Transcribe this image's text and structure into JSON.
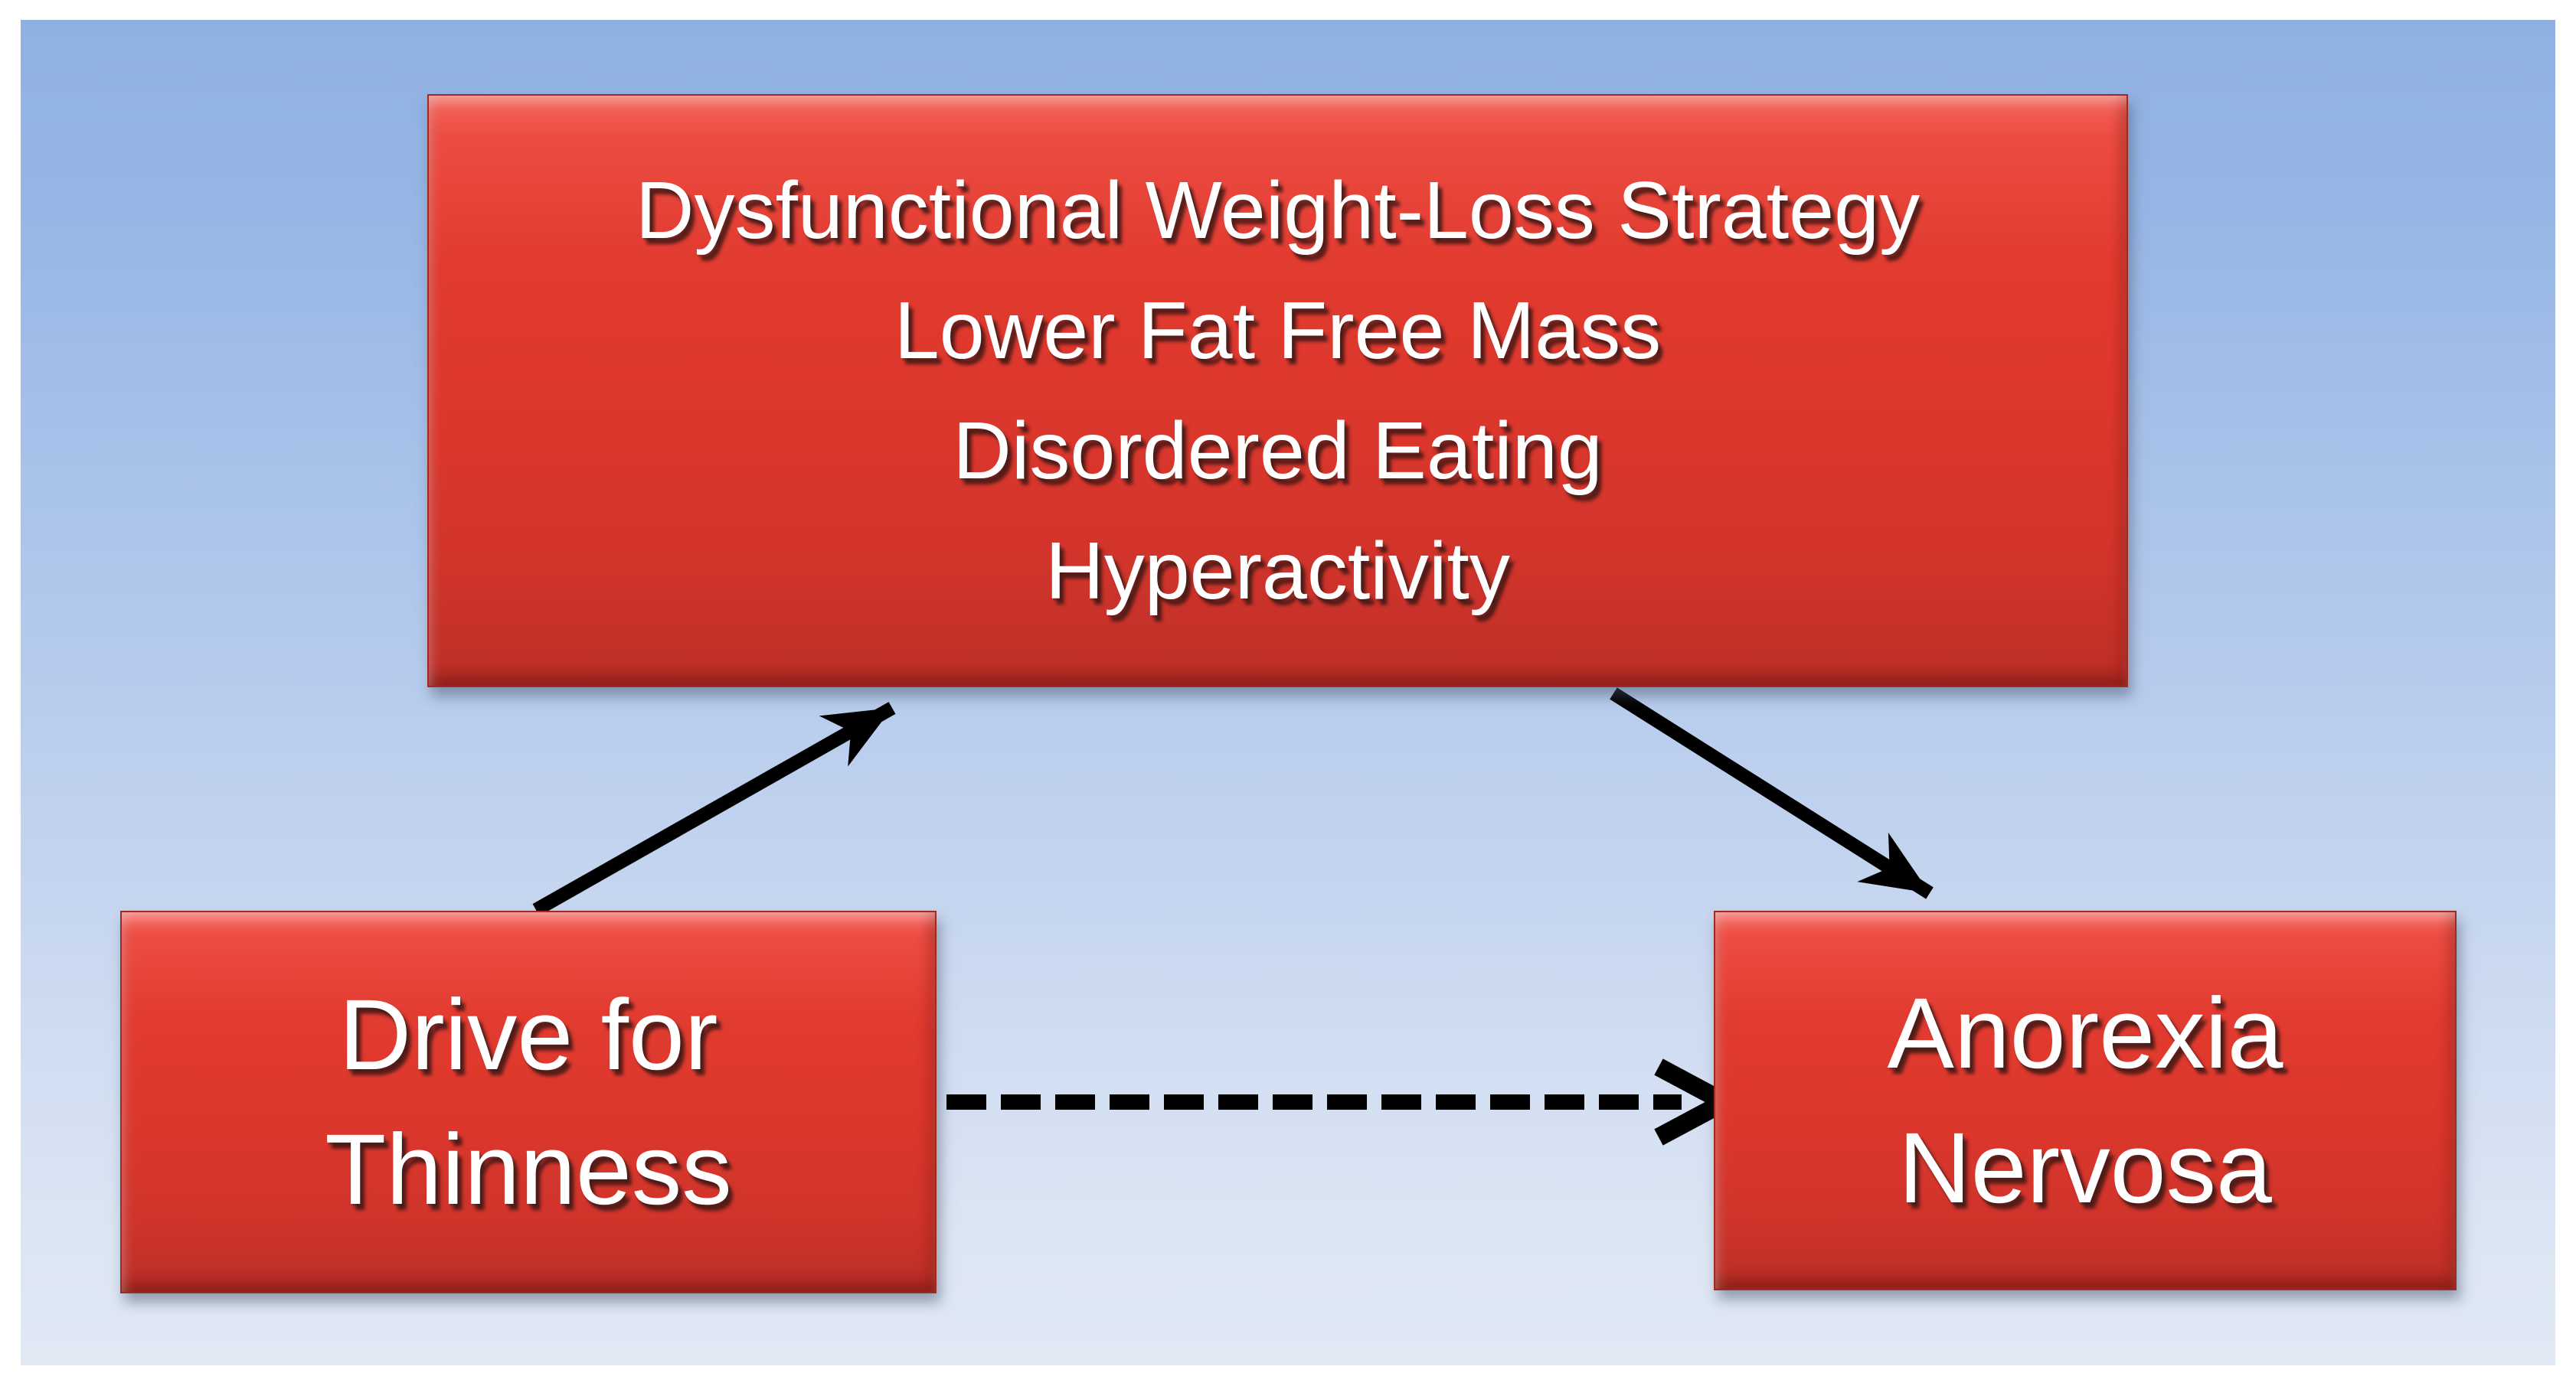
{
  "figure": {
    "type": "mediation-diagram",
    "background": {
      "frame_color": "#FFFFFF",
      "gradient_top": "#8FB1E2",
      "gradient_bottom": "#E0E8F4"
    },
    "node_style": {
      "fill": "#E23B30",
      "fill_highlight": "#F4655C",
      "fill_shadow": "#B52D26",
      "border": "#9E2A23",
      "text_color": "#FFFFFF"
    },
    "arrow_color": "#000000",
    "nodes": {
      "mediator": {
        "lines": [
          "Dysfunctional Weight-Loss Strategy",
          "Lower Fat Free Mass",
          "Disordered Eating",
          "Hyperactivity"
        ]
      },
      "predictor": {
        "lines": [
          "Drive for",
          "Thinness"
        ]
      },
      "outcome": {
        "lines": [
          "Anorexia",
          "Nervosa"
        ]
      }
    },
    "edges": [
      {
        "id": "predictor-to-mediator",
        "from": "predictor",
        "to": "mediator",
        "style": "solid"
      },
      {
        "id": "mediator-to-outcome",
        "from": "mediator",
        "to": "outcome",
        "style": "solid"
      },
      {
        "id": "predictor-to-outcome",
        "from": "predictor",
        "to": "outcome",
        "style": "dashed"
      }
    ]
  }
}
